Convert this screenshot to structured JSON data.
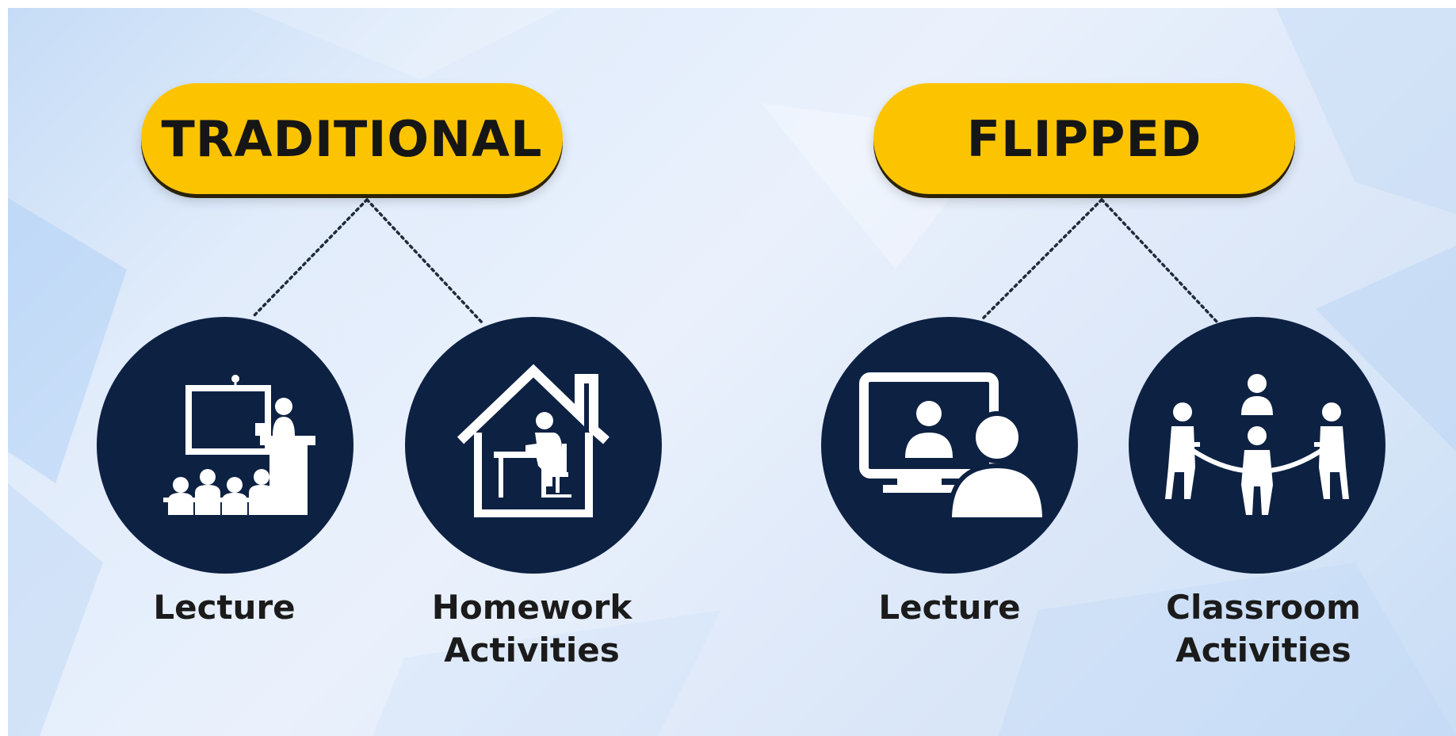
{
  "sections": [
    {
      "title": "TRADITIONAL",
      "items": [
        {
          "icon": "classroom-lecture-icon",
          "label_lines": [
            "Lecture"
          ]
        },
        {
          "icon": "home-study-icon",
          "label_lines": [
            "Homework",
            "Activities"
          ]
        }
      ]
    },
    {
      "title": "FLIPPED",
      "items": [
        {
          "icon": "video-lecture-icon",
          "label_lines": [
            "Lecture"
          ]
        },
        {
          "icon": "group-table-icon",
          "label_lines": [
            "Classroom",
            "Activities"
          ]
        }
      ]
    }
  ],
  "colors": {
    "pill": "#fcc400",
    "pill_text": "#161616",
    "circle": "#0d2143",
    "icon": "#ffffff",
    "connector": "#1f2a3a",
    "background": "#e3edfb"
  }
}
